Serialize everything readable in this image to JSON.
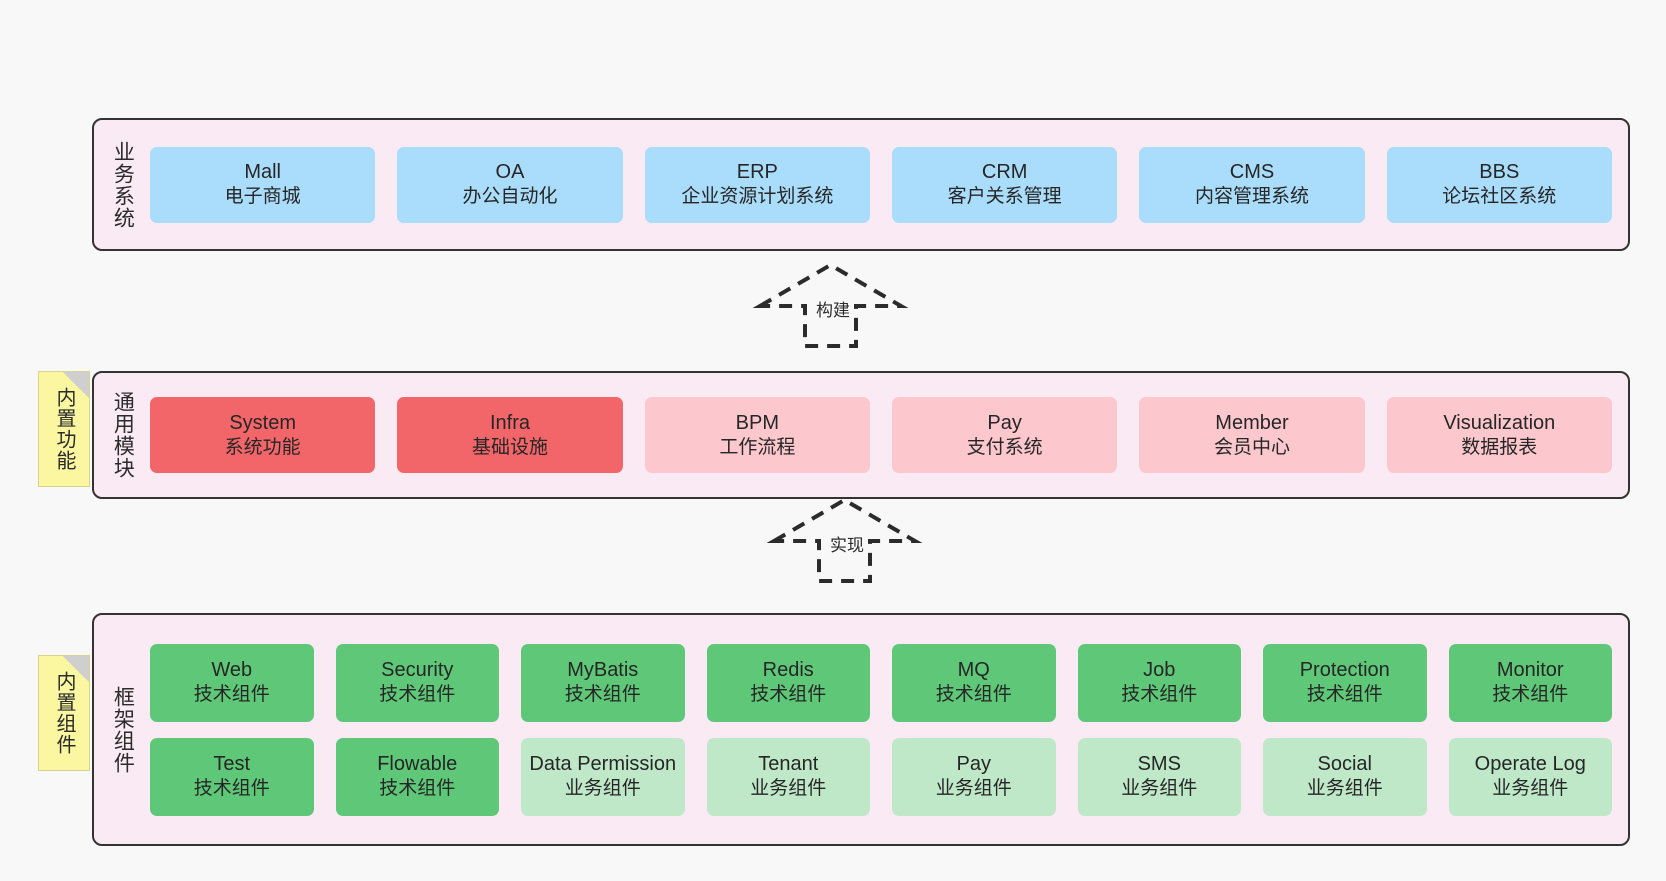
{
  "layers": [
    {
      "id": "business-system",
      "label": "业务系统",
      "rows": [
        {
          "cells": [
            {
              "name": "Mall",
              "desc": "电子商城",
              "color": "#aadcfb",
              "variant": "c-blue"
            },
            {
              "name": "OA",
              "desc": "办公自动化",
              "color": "#aadcfb",
              "variant": "c-blue"
            },
            {
              "name": "ERP",
              "desc": "企业资源计划系统",
              "color": "#aadcfb",
              "variant": "c-blue"
            },
            {
              "name": "CRM",
              "desc": "客户关系管理",
              "color": "#aadcfb",
              "variant": "c-blue"
            },
            {
              "name": "CMS",
              "desc": "内容管理系统",
              "color": "#aadcfb",
              "variant": "c-blue"
            },
            {
              "name": "BBS",
              "desc": "论坛社区系统",
              "color": "#aadcfb",
              "variant": "c-blue"
            }
          ]
        }
      ]
    },
    {
      "id": "common-module",
      "label": "通用模块",
      "note": "内置功能",
      "rows": [
        {
          "cells": [
            {
              "name": "System",
              "desc": "系统功能",
              "color": "#f2666a",
              "variant": "c-red"
            },
            {
              "name": "Infra",
              "desc": "基础设施",
              "color": "#f2666a",
              "variant": "c-red"
            },
            {
              "name": "BPM",
              "desc": "工作流程",
              "color": "#fcc7cd",
              "variant": "c-pink"
            },
            {
              "name": "Pay",
              "desc": "支付系统",
              "color": "#fcc7cd",
              "variant": "c-pink"
            },
            {
              "name": "Member",
              "desc": "会员中心",
              "color": "#fcc7cd",
              "variant": "c-pink"
            },
            {
              "name": "Visualization",
              "desc": "数据报表",
              "color": "#fcc7cd",
              "variant": "c-pink"
            }
          ]
        }
      ]
    },
    {
      "id": "framework-component",
      "label": "框架组件",
      "note": "内置组件",
      "rows": [
        {
          "cells": [
            {
              "name": "Web",
              "desc": "技术组件",
              "color": "#5fc878",
              "variant": "c-green"
            },
            {
              "name": "Security",
              "desc": "技术组件",
              "color": "#5fc878",
              "variant": "c-green"
            },
            {
              "name": "MyBatis",
              "desc": "技术组件",
              "color": "#5fc878",
              "variant": "c-green"
            },
            {
              "name": "Redis",
              "desc": "技术组件",
              "color": "#5fc878",
              "variant": "c-green"
            },
            {
              "name": "MQ",
              "desc": "技术组件",
              "color": "#5fc878",
              "variant": "c-green"
            },
            {
              "name": "Job",
              "desc": "技术组件",
              "color": "#5fc878",
              "variant": "c-green"
            },
            {
              "name": "Protection",
              "desc": "技术组件",
              "color": "#5fc878",
              "variant": "c-green"
            },
            {
              "name": "Monitor",
              "desc": "技术组件",
              "color": "#5fc878",
              "variant": "c-green"
            }
          ]
        },
        {
          "cells": [
            {
              "name": "Test",
              "desc": "技术组件",
              "color": "#5fc878",
              "variant": "c-green"
            },
            {
              "name": "Flowable",
              "desc": "技术组件",
              "color": "#5fc878",
              "variant": "c-green"
            },
            {
              "name": "Data Permission",
              "desc": "业务组件",
              "color": "#bfe8c8",
              "variant": "c-lightgreen"
            },
            {
              "name": "Tenant",
              "desc": "业务组件",
              "color": "#bfe8c8",
              "variant": "c-lightgreen"
            },
            {
              "name": "Pay",
              "desc": "业务组件",
              "color": "#bfe8c8",
              "variant": "c-lightgreen"
            },
            {
              "name": "SMS",
              "desc": "业务组件",
              "color": "#bfe8c8",
              "variant": "c-lightgreen"
            },
            {
              "name": "Social",
              "desc": "业务组件",
              "color": "#bfe8c8",
              "variant": "c-lightgreen"
            },
            {
              "name": "Operate Log",
              "desc": "业务组件",
              "color": "#bfe8c8",
              "variant": "c-lightgreen"
            }
          ]
        }
      ]
    }
  ],
  "arrows": [
    {
      "id": "build",
      "label": "构建"
    },
    {
      "id": "impl",
      "label": "实现"
    }
  ],
  "colors": {
    "background": "#f8f8f8",
    "band_fill": "#faeaf4",
    "band_border": "#333333",
    "note_fill": "#fbf7a0",
    "note_fold": "#cfcfcf",
    "text": "#262626"
  }
}
